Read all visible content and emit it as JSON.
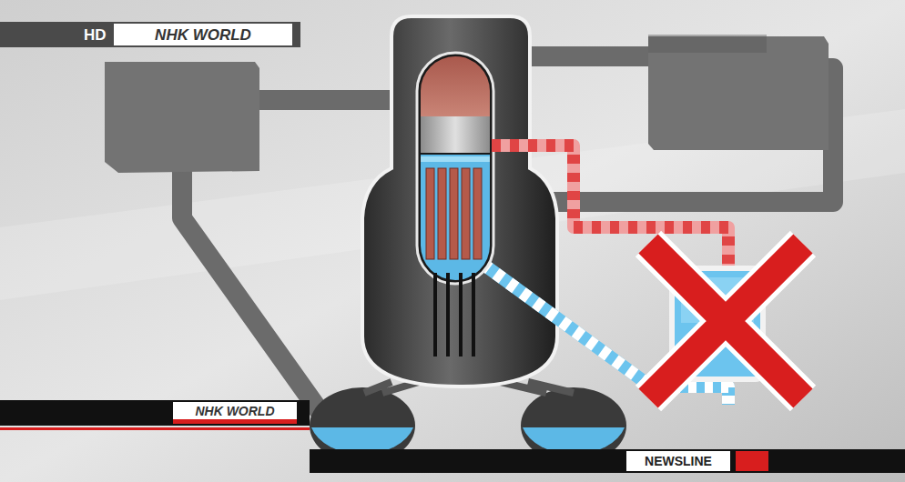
{
  "diagram": {
    "labels": [
      "HD",
      "NHK WORLD",
      "NHK WORLD",
      "NEWSLINE"
    ]
  }
}
